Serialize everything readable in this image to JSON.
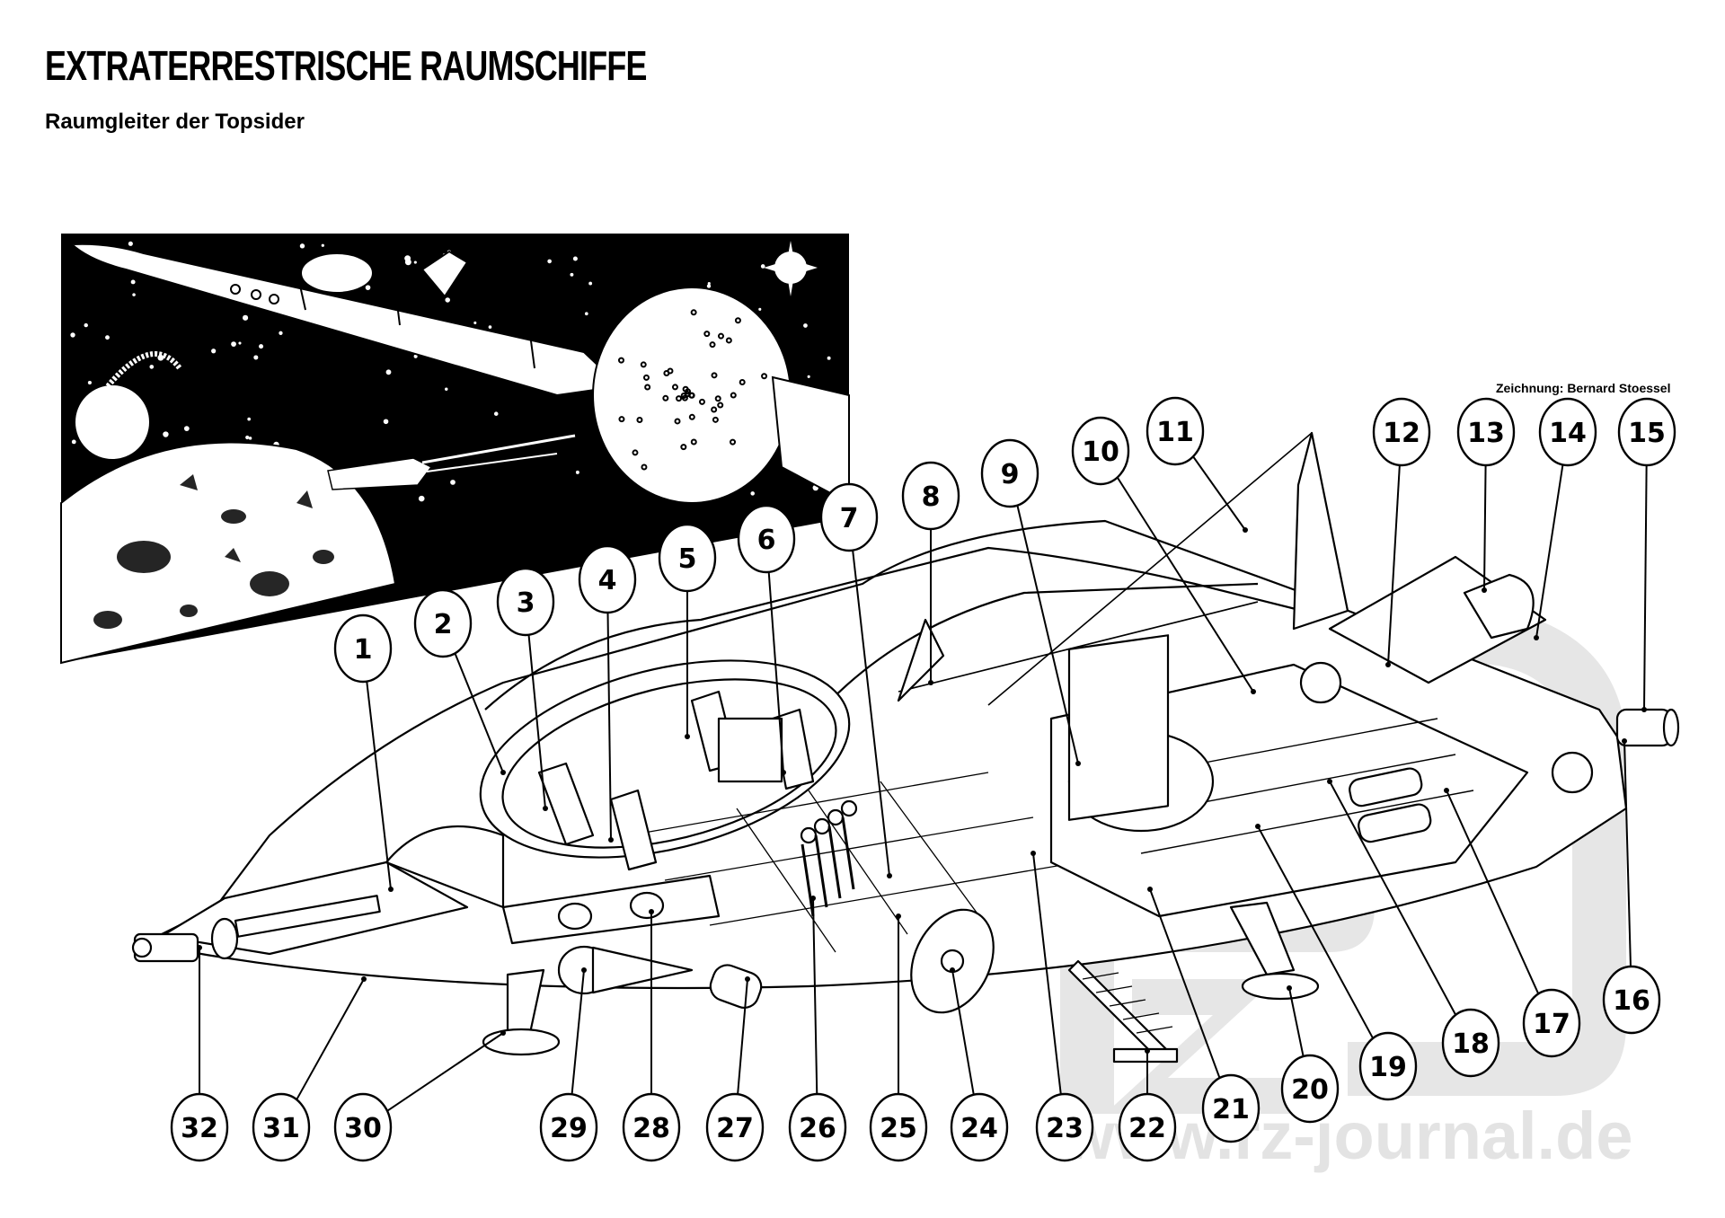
{
  "header": {
    "title": "EXTRATERRESTRISCHE RAUMSCHIFFE",
    "subtitle": "Raumgleiter der Topsider"
  },
  "credit": "Zeichnung: Bernard Stoessel",
  "watermark": {
    "logo": "rz",
    "url": "www.rz-journal.de",
    "color": "#e3e3e3"
  },
  "inset": {
    "description": "Space scene: large rocket-shaped ship docked with spherical station, small glider craft, ringed planet and cratered moon, starfield",
    "background": "#000000"
  },
  "callouts": [
    {
      "n": "1"
    },
    {
      "n": "2"
    },
    {
      "n": "3"
    },
    {
      "n": "4"
    },
    {
      "n": "5"
    },
    {
      "n": "6"
    },
    {
      "n": "7"
    },
    {
      "n": "8"
    },
    {
      "n": "9"
    },
    {
      "n": "10"
    },
    {
      "n": "11"
    },
    {
      "n": "12"
    },
    {
      "n": "13"
    },
    {
      "n": "14"
    },
    {
      "n": "15"
    },
    {
      "n": "16"
    },
    {
      "n": "17"
    },
    {
      "n": "18"
    },
    {
      "n": "19"
    },
    {
      "n": "20"
    },
    {
      "n": "21"
    },
    {
      "n": "22"
    },
    {
      "n": "23"
    },
    {
      "n": "24"
    },
    {
      "n": "25"
    },
    {
      "n": "26"
    },
    {
      "n": "27"
    },
    {
      "n": "28"
    },
    {
      "n": "29"
    },
    {
      "n": "30"
    },
    {
      "n": "31"
    },
    {
      "n": "32"
    }
  ]
}
